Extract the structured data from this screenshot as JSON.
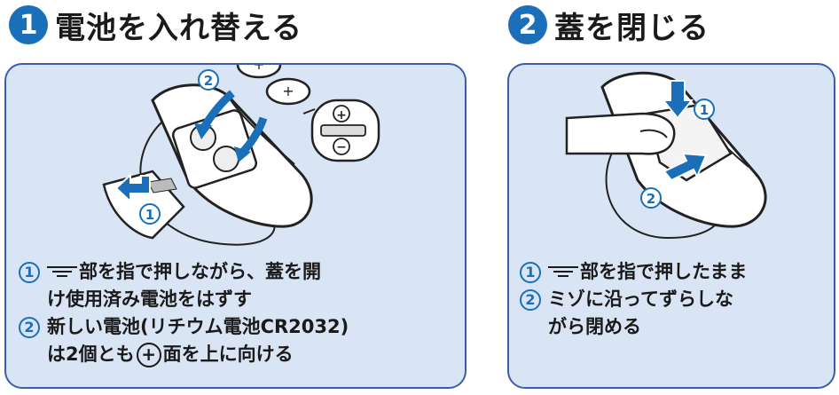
{
  "step1": {
    "number": "1",
    "title": "電池を入れ替える",
    "illustration": {
      "label_1": "1",
      "label_2": "2",
      "plus_sign": "+",
      "minus_sign": "−"
    },
    "line1": {
      "num": "1",
      "text": "部を指で押しながら、蓋を開"
    },
    "line2": "け使用済み電池をはずす",
    "line3": {
      "num": "2",
      "text": "新しい電池(リチウム電池CR2032)"
    },
    "line4": {
      "text_a": "は2個とも",
      "plus": "+",
      "text_b": "面を上に向ける"
    }
  },
  "step2": {
    "number": "2",
    "title": "蓋を閉じる",
    "illustration": {
      "label_1": "1",
      "label_2": "2"
    },
    "line1": {
      "num": "1",
      "text": "部を指で押したまま"
    },
    "line2": {
      "num": "2",
      "text": "ミゾに沿ってずらしな"
    },
    "line3": "がら閉める"
  },
  "colors": {
    "accent": "#1a6fb8",
    "panel_bg": "#d9e4f5",
    "panel_border": "#3b5ea8"
  }
}
